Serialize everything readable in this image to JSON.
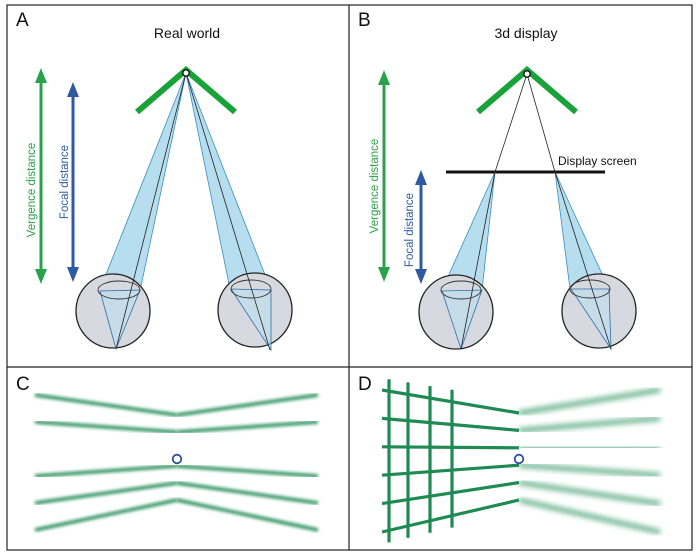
{
  "panels": {
    "a": {
      "letter": "A",
      "title": "Real world"
    },
    "b": {
      "letter": "B",
      "title": "3d display",
      "screen_label": "Display screen"
    },
    "c": {
      "letter": "C"
    },
    "d": {
      "letter": "D"
    }
  },
  "labels": {
    "vergence": "Vergence distance",
    "focal": "Focal distance"
  },
  "colors": {
    "vergence": "#2aa14a",
    "focal": "#2f5a9f",
    "chevron": "#19a23a",
    "grid": "#1f8a53",
    "cone": "#a9d8ec"
  }
}
